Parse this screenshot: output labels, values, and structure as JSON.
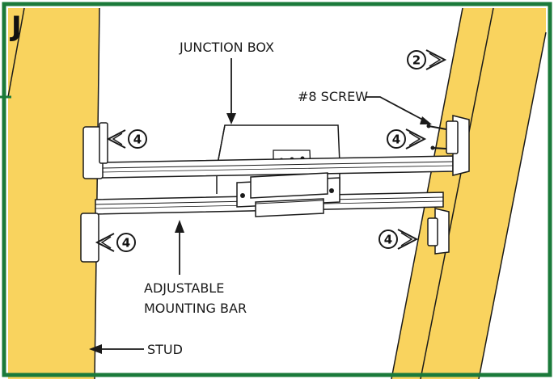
{
  "step": {
    "letter": "J"
  },
  "labels": {
    "junction_box": "JUNCTION BOX",
    "screw": "#8 SCREW",
    "bar_line1": "ADJUSTABLE",
    "bar_line2": "MOUNTING BAR",
    "stud": "STUD"
  },
  "callouts": {
    "top_right": "2",
    "left_upper": "4",
    "right_upper": "4",
    "left_lower": "4",
    "right_lower": "4"
  },
  "colors": {
    "frame": "#1b7a3a",
    "stud": "#f9d35e",
    "line": "#1a1a1a"
  }
}
